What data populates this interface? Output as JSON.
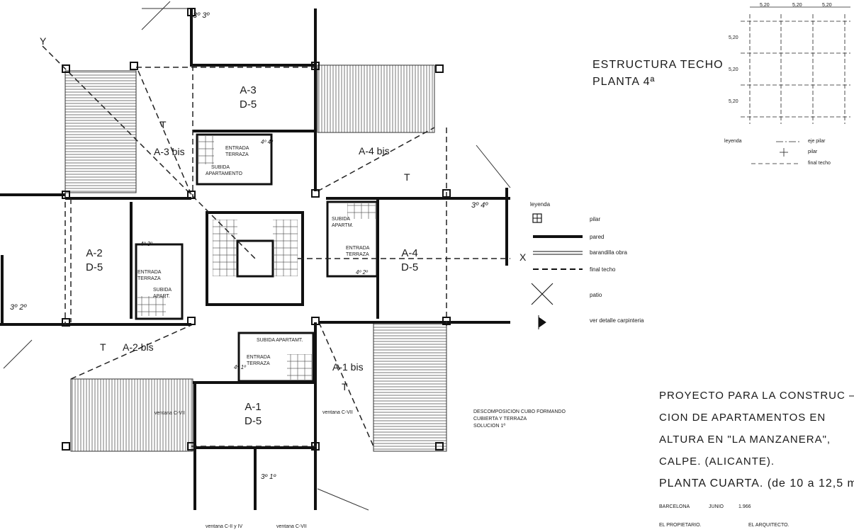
{
  "title": {
    "line1": "ESTRUCTURA TECHO",
    "line2": "PLANTA 4ª"
  },
  "project": {
    "lines": [
      "PROYECTO PARA LA CONSTRUC –",
      "CION DE APARTAMENTOS EN",
      "ALTURA EN \"LA MANZANERA\",",
      "CALPE. (ALICANTE).",
      "PLANTA CUARTA. (de 10 a 12,5 m."
    ],
    "place": "BARCELONA",
    "month": "JUNIO",
    "year": "1.966",
    "owner": "EL PROPIETARIO.",
    "architect": "EL ARQUITECTO."
  },
  "grid_key": {
    "spacing": [
      "5,20",
      "5,20",
      "5,20"
    ],
    "row_spacing": [
      "5,20",
      "5,20",
      "5,20"
    ],
    "legend_title": "leyenda",
    "eje": "eje pilar",
    "pilar": "pilar",
    "final": "final techo"
  },
  "legend": {
    "title": "leyenda",
    "items": [
      "pilar",
      "pared",
      "barandilla obra",
      "final techo",
      "patio",
      "ver detalle carpinteria"
    ]
  },
  "axes": {
    "x": "X",
    "y": "Y"
  },
  "units": [
    {
      "name": "A-3",
      "type": "D-5"
    },
    {
      "name": "A-2",
      "type": "D-5"
    },
    {
      "name": "A-4",
      "type": "D-5"
    },
    {
      "name": "A-1",
      "type": "D-5"
    }
  ],
  "bis": [
    "A-3 bis",
    "A-4 bis",
    "A-2 bis",
    "A-1 bis"
  ],
  "terrace_mark": "T",
  "labels": {
    "entrada": "ENTRADA",
    "terraza": "TERRAZA",
    "subida": "SUBIDA",
    "apartamento": "APARTAMENTO",
    "apartm": "APARTM.",
    "apart": "APART.",
    "subida_apartamt": "SUBIDA APARTAMT."
  },
  "levels": [
    "3º 3º",
    "3º 4º",
    "3º 2º",
    "3º 1º",
    "4º 4º",
    "4º 3º",
    "4º 2º",
    "4º 1º"
  ],
  "ventanas": [
    "ventana C-VII",
    "ventana C-VII",
    "ventana C-II y IV",
    "ventana C-VII"
  ],
  "note": [
    "DESCOMPOSICION CUBO FORMANDO",
    "CUBIERTA Y TERRAZA",
    "SOLUCION 1ª"
  ],
  "colors": {
    "ink": "#1a1a1a",
    "paper": "#ffffff",
    "hatch": "#555555"
  }
}
